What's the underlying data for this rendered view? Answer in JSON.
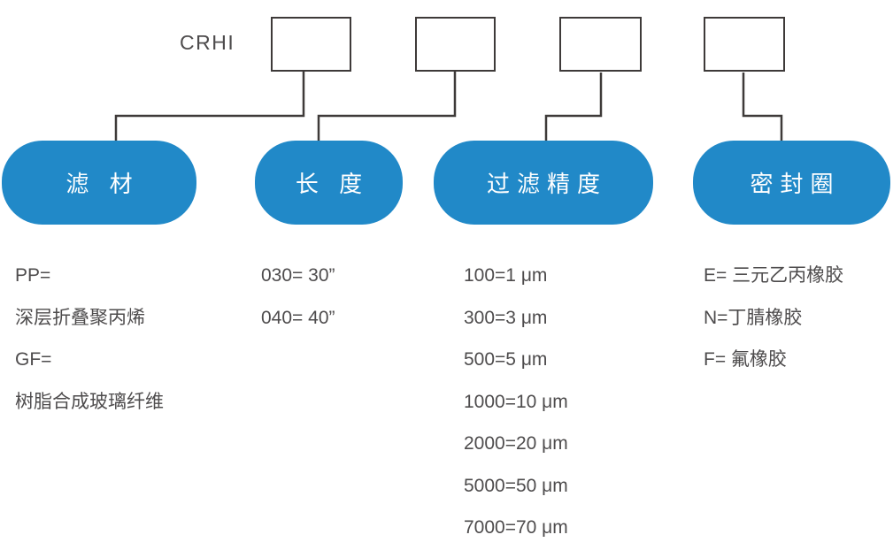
{
  "diagram": {
    "title_prefix": "CRHI",
    "colors": {
      "pill_blue": "#2189c8",
      "connector_dark": "#3e3a39",
      "text_gray": "#4e4c4d",
      "pill_text": "#ffffff"
    },
    "columns": [
      {
        "key": "filter-media",
        "pill_label": "滤 材",
        "options": [
          "PP=",
          "深层折叠聚丙烯",
          "GF=",
          "树脂合成玻璃纤维"
        ]
      },
      {
        "key": "length",
        "pill_label": "长 度",
        "options": [
          "030= 30”",
          "040= 40”"
        ]
      },
      {
        "key": "filtration-rating",
        "pill_label": "过滤精度",
        "options": [
          "100=1 μm",
          "300=3 μm",
          "500=5 μm",
          "1000=10 μm",
          "2000=20 μm",
          "5000=50 μm",
          "7000=70 μm"
        ]
      },
      {
        "key": "seal-ring",
        "pill_label": "密封圈",
        "options": [
          "E= 三元乙丙橡胶",
          "N=丁腈橡胶",
          "F= 氟橡胶"
        ]
      }
    ]
  }
}
